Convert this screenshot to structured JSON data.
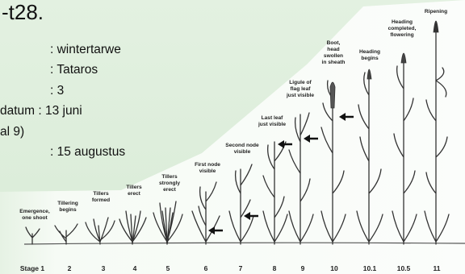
{
  "title": "-t28.",
  "info": [
    ": wintertarwe",
    ": Tataros",
    ": 3",
    "datum : 13 juni",
    "al 9)",
    ": 15 augustus"
  ],
  "descriptions": {
    "s1": [
      "Emergence,",
      "one shoot"
    ],
    "s2": [
      "Tillering",
      "begins"
    ],
    "s3": [
      "Tillers",
      "formed"
    ],
    "s4": [
      "Tillers",
      "erect"
    ],
    "s5": [
      "Tillers",
      "strongly",
      "erect"
    ],
    "s6": [
      "First node",
      "visible"
    ],
    "s7": [
      "Second node",
      "visible"
    ],
    "s8": [
      "Last leaf",
      "just visible"
    ],
    "s9": [
      "Ligule of",
      "flag leaf",
      "just visible"
    ],
    "s10": [
      "Boot,",
      "head",
      "swollen",
      "in sheath"
    ],
    "s101": [
      "Heading",
      "begins"
    ],
    "s105": [
      "Heading",
      "completed,",
      "flowering"
    ],
    "s11": [
      "Ripening"
    ]
  },
  "stages": [
    "Stage 1",
    "2",
    "3",
    "4",
    "5",
    "6",
    "7",
    "8",
    "9",
    "10",
    "10.1",
    "10.5",
    "11"
  ]
}
